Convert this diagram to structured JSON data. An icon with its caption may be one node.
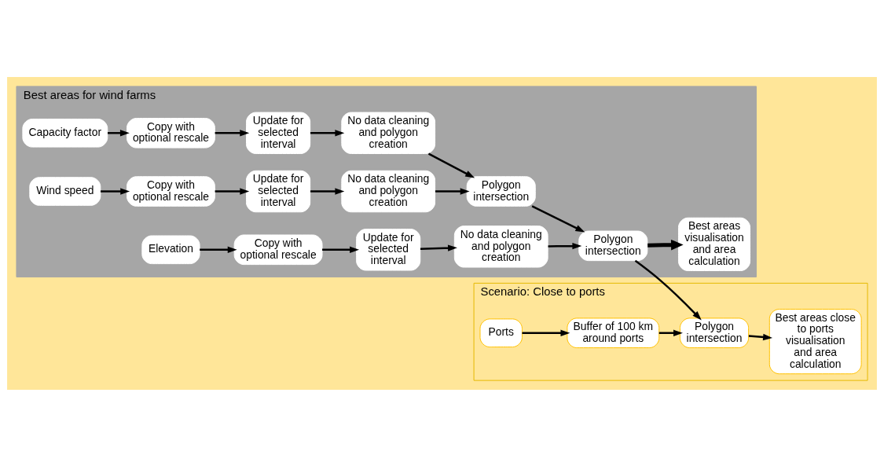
{
  "diagram": {
    "nodes": [
      {
        "text": [
          "Best areas for wind farms"
        ]
      },
      {
        "text": [
          "Capacity factor"
        ],
        "in": 0
      },
      {
        "text": [
          "Copy with optional rescale"
        ],
        "in": 0
      },
      {
        "text": [
          "Update for selected interval"
        ],
        "in": 0
      },
      {
        "text": [
          "No data cleaning and polygon creation"
        ],
        "in": 0
      },
      {
        "text": [
          "Wind speed"
        ],
        "in": 0
      },
      {
        "text": [
          "Copy with optional rescale"
        ],
        "in": 0
      },
      {
        "text": [
          "Update for selected interval"
        ],
        "in": 0
      },
      {
        "text": [
          "No data cleaning and polygon creation"
        ],
        "in": 0
      },
      {
        "text": [
          "Elevation"
        ],
        "in": 0
      },
      {
        "text": [
          "Copy with optional rescale"
        ],
        "in": 0
      },
      {
        "text": [
          "Update for selected interval"
        ],
        "in": 0
      },
      {
        "text": [
          "No data cleaning and polygon creation"
        ],
        "in": 0
      },
      {
        "text": [
          "Polygon intersection"
        ],
        "in": 0
      },
      {
        "text": [
          "Polygon intersection"
        ],
        "in": 0
      },
      {
        "text": [
          "Best areas visualisation and area calculation"
        ],
        "in": 0
      },
      {
        "text": [
          "Scenario: Close to ports"
        ]
      },
      {
        "text": [
          "Ports"
        ],
        "in": 16
      },
      {
        "text": [
          "Buffer of 100 km around ports"
        ],
        "in": 16
      },
      {
        "text": [
          "Polygon intersection"
        ],
        "in": 16
      },
      {
        "text": [
          "Best areas close to ports visualisation and area calculation"
        ],
        "in": 16
      }
    ],
    "edges": [
      {
        "from": 1,
        "to": 2,
        "arrow": "to"
      },
      {
        "from": 2,
        "to": 3,
        "arrow": "to"
      },
      {
        "from": 3,
        "to": 4,
        "arrow": "to"
      },
      {
        "from": 5,
        "to": 6,
        "arrow": "to"
      },
      {
        "from": 6,
        "to": 7,
        "arrow": "to"
      },
      {
        "from": 7,
        "to": 8,
        "arrow": "to"
      },
      {
        "from": 9,
        "to": 10,
        "arrow": "to"
      },
      {
        "from": 10,
        "to": 11,
        "arrow": "to"
      },
      {
        "from": 11,
        "to": 12,
        "arrow": "to"
      },
      {
        "from": 4,
        "to": 13,
        "arrow": "to"
      },
      {
        "from": 8,
        "to": 13,
        "arrow": "to"
      },
      {
        "from": 13,
        "to": 14,
        "arrow": "to"
      },
      {
        "from": 12,
        "to": 14,
        "arrow": "to"
      },
      {
        "from": 14,
        "to": 15,
        "arrow": "to",
        "style": "thick"
      },
      {
        "from": 14,
        "to": 19,
        "arrow": "to"
      },
      {
        "from": 17,
        "to": 18,
        "arrow": "to"
      },
      {
        "from": 18,
        "to": 19,
        "arrow": "to"
      },
      {
        "from": 19,
        "to": 20,
        "arrow": "to"
      }
    ]
  }
}
